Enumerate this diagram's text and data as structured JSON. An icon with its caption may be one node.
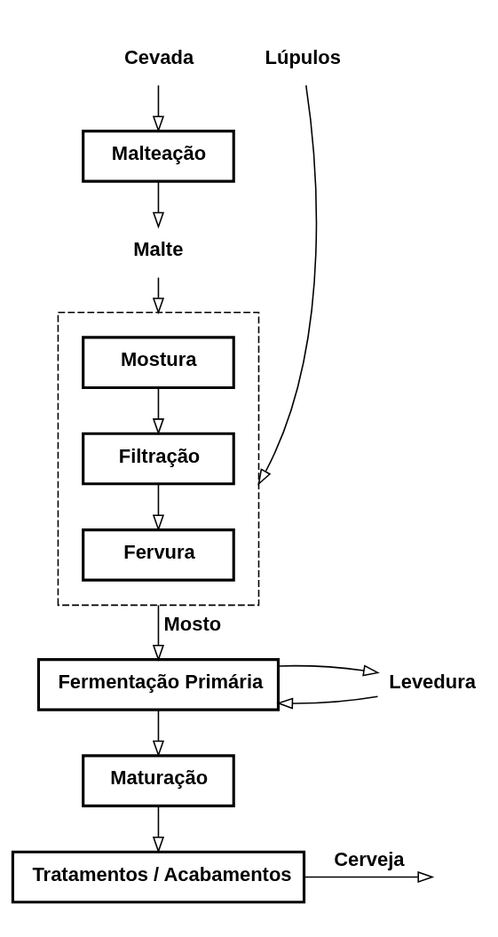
{
  "diagram": {
    "nodes": [
      {
        "text": [
          "Cevada"
        ]
      },
      {
        "text": [
          "Malteação"
        ]
      },
      {
        "text": [
          "Malte"
        ]
      },
      {
        "text": [],
        "shape": "box"
      },
      {
        "text": [
          "Mostura"
        ],
        "in": 3
      },
      {
        "text": [
          "Filtração"
        ],
        "in": 3
      },
      {
        "text": [
          "Fervura"
        ],
        "in": 3
      },
      {
        "text": [
          "Lúpulos"
        ]
      },
      {
        "text": [
          "Fermentação Primária"
        ]
      },
      {
        "text": [
          "Levedura"
        ]
      },
      {
        "text": [
          "Maturação"
        ]
      },
      {
        "text": [
          "Tratamentos / Acabamentos"
        ]
      }
    ],
    "edges": [
      {
        "from": 0,
        "to": 1,
        "arrow": "to"
      },
      {
        "from": 1,
        "to": 2,
        "arrow": "to"
      },
      {
        "from": 2,
        "to": 3,
        "arrow": "to"
      },
      {
        "from": 4,
        "to": 5,
        "arrow": "to"
      },
      {
        "from": 5,
        "to": 6,
        "arrow": "to"
      },
      {
        "from": 7,
        "to": 3,
        "arrow": "to"
      },
      {
        "from": 3,
        "to": 8,
        "arrow": "to",
        "label": "Mosto"
      },
      {
        "from": 9,
        "to": 8,
        "arrow": "to"
      },
      {
        "from": 8,
        "to": 9,
        "arrow": "to"
      },
      {
        "from": 8,
        "to": 10,
        "arrow": "to"
      },
      {
        "from": 10,
        "to": 11,
        "arrow": "to"
      },
      {
        "from": 11,
        "to": null,
        "arrow": "to",
        "label": "Cerveja"
      }
    ]
  }
}
